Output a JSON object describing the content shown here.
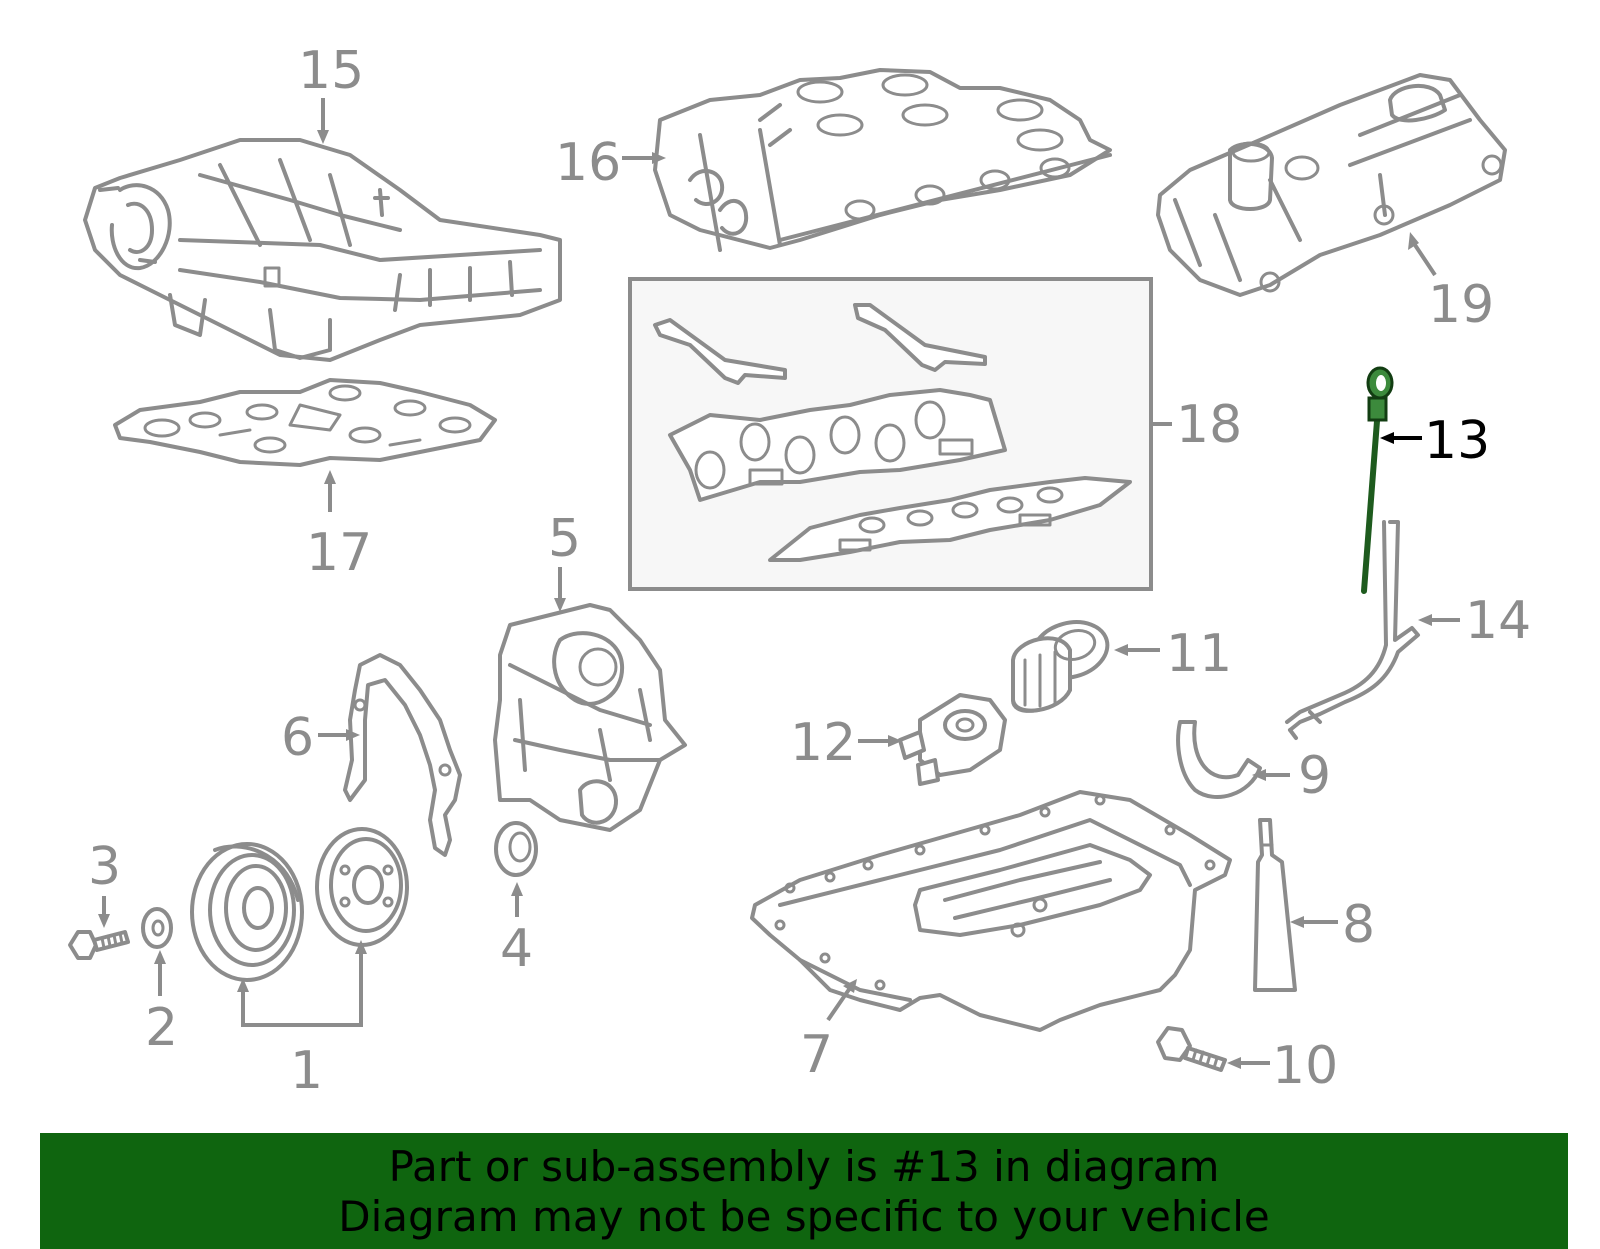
{
  "diagram": {
    "callouts": [
      "1",
      "2",
      "3",
      "4",
      "5",
      "6",
      "7",
      "8",
      "9",
      "10",
      "11",
      "12",
      "13",
      "14",
      "15",
      "16",
      "17",
      "18",
      "19"
    ],
    "highlighted_callout": "13",
    "colors": {
      "part_line": "#8c8c8c",
      "highlight_part": "#1e5b1e",
      "highlight_text": "#000000",
      "inset_box_fill": "#f7f7f7"
    }
  },
  "banner": {
    "line1": "Part or sub-assembly is #13 in diagram",
    "line2": "Diagram may not be specific to your vehicle",
    "color": "#0f650f"
  }
}
